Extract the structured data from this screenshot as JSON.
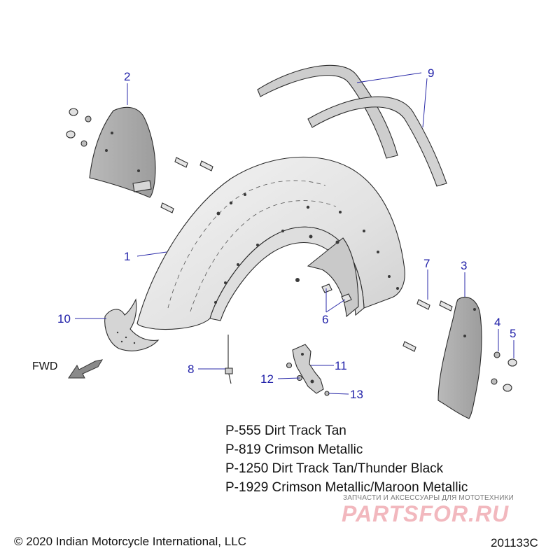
{
  "callouts": [
    {
      "id": "1",
      "label": "1"
    },
    {
      "id": "2",
      "label": "2"
    },
    {
      "id": "3",
      "label": "3"
    },
    {
      "id": "4",
      "label": "4"
    },
    {
      "id": "5",
      "label": "5"
    },
    {
      "id": "6",
      "label": "6"
    },
    {
      "id": "7",
      "label": "7"
    },
    {
      "id": "8",
      "label": "8"
    },
    {
      "id": "9",
      "label": "9"
    },
    {
      "id": "10",
      "label": "10"
    },
    {
      "id": "11",
      "label": "11"
    },
    {
      "id": "12",
      "label": "12"
    },
    {
      "id": "13",
      "label": "13"
    }
  ],
  "direction_label": "FWD",
  "paint_codes": [
    "P-555 Dirt Track Tan",
    "P-819 Crimson Metallic",
    "P-1250 Dirt Track Tan/Thunder Black",
    "P-1929 Crimson Metallic/Maroon Metallic"
  ],
  "copyright": "© 2020 Indian Motorcycle International, LLC",
  "figure_number": "201133C",
  "watermark": {
    "tagline": "ЗАПЧАСТИ И АКСЕССУАРЫ ДЛЯ МОТОТЕХНИКИ",
    "logo": "PARTSFOR.RU"
  },
  "colors": {
    "callout": "#1f1fa8",
    "part_light": "#ececec",
    "part_mid": "#c8c8c8",
    "part_dark": "#a9a9a9",
    "watermark": "#f2b8be"
  }
}
